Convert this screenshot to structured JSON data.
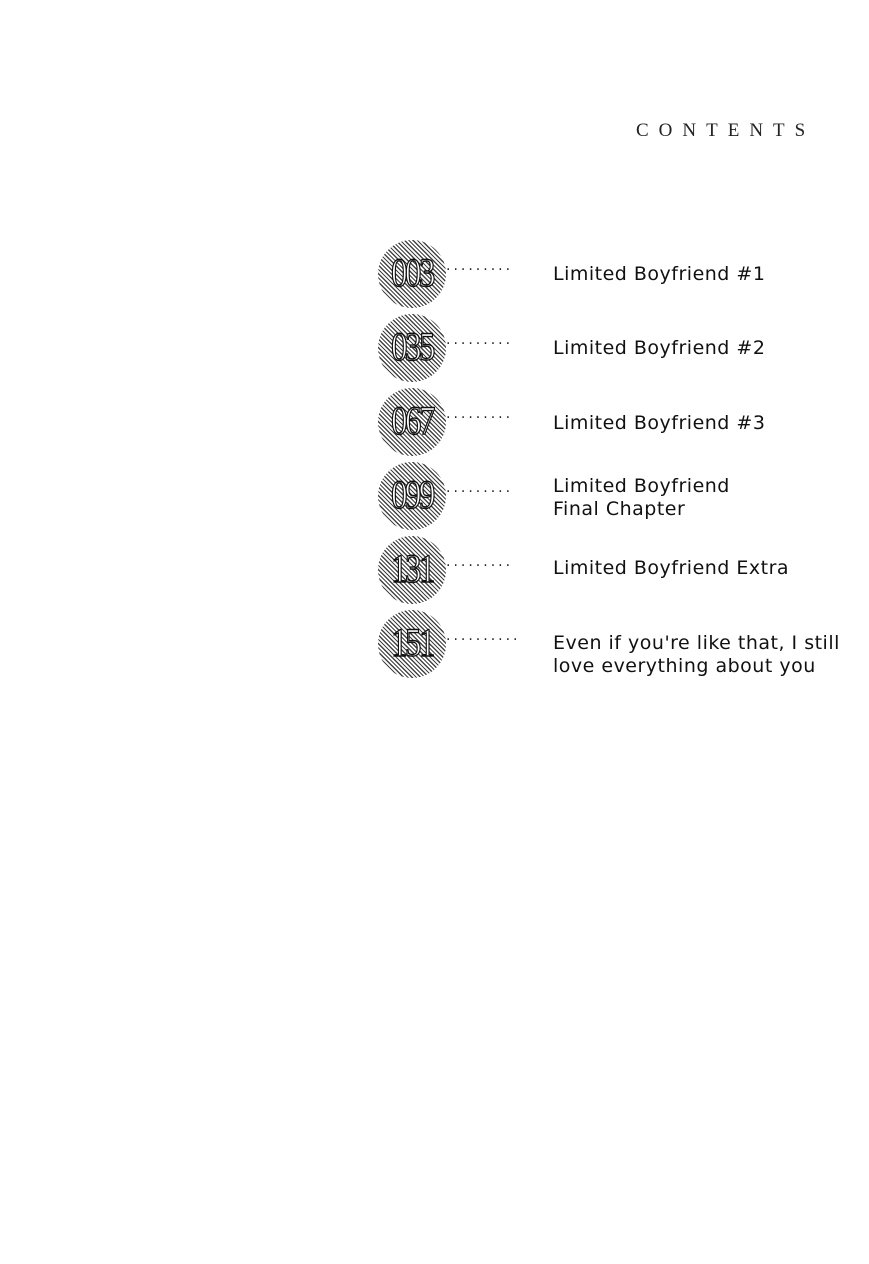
{
  "title": "CONTENTS",
  "entries": [
    {
      "page": "003",
      "dots": "·········",
      "title": [
        "Limited Boyfriend #1"
      ]
    },
    {
      "page": "035",
      "dots": "·········",
      "title": [
        "Limited Boyfriend #2"
      ]
    },
    {
      "page": "067",
      "dots": "·········",
      "title": [
        "Limited Boyfriend #3"
      ]
    },
    {
      "page": "099",
      "dots": "·········",
      "title": [
        "Limited Boyfriend",
        "Final Chapter"
      ]
    },
    {
      "page": "131",
      "dots": "·········",
      "title": [
        "Limited Boyfriend Extra"
      ]
    },
    {
      "page": "151",
      "dots": "··········",
      "title": [
        "Even if you're like that, I still",
        "love everything about you"
      ]
    }
  ]
}
